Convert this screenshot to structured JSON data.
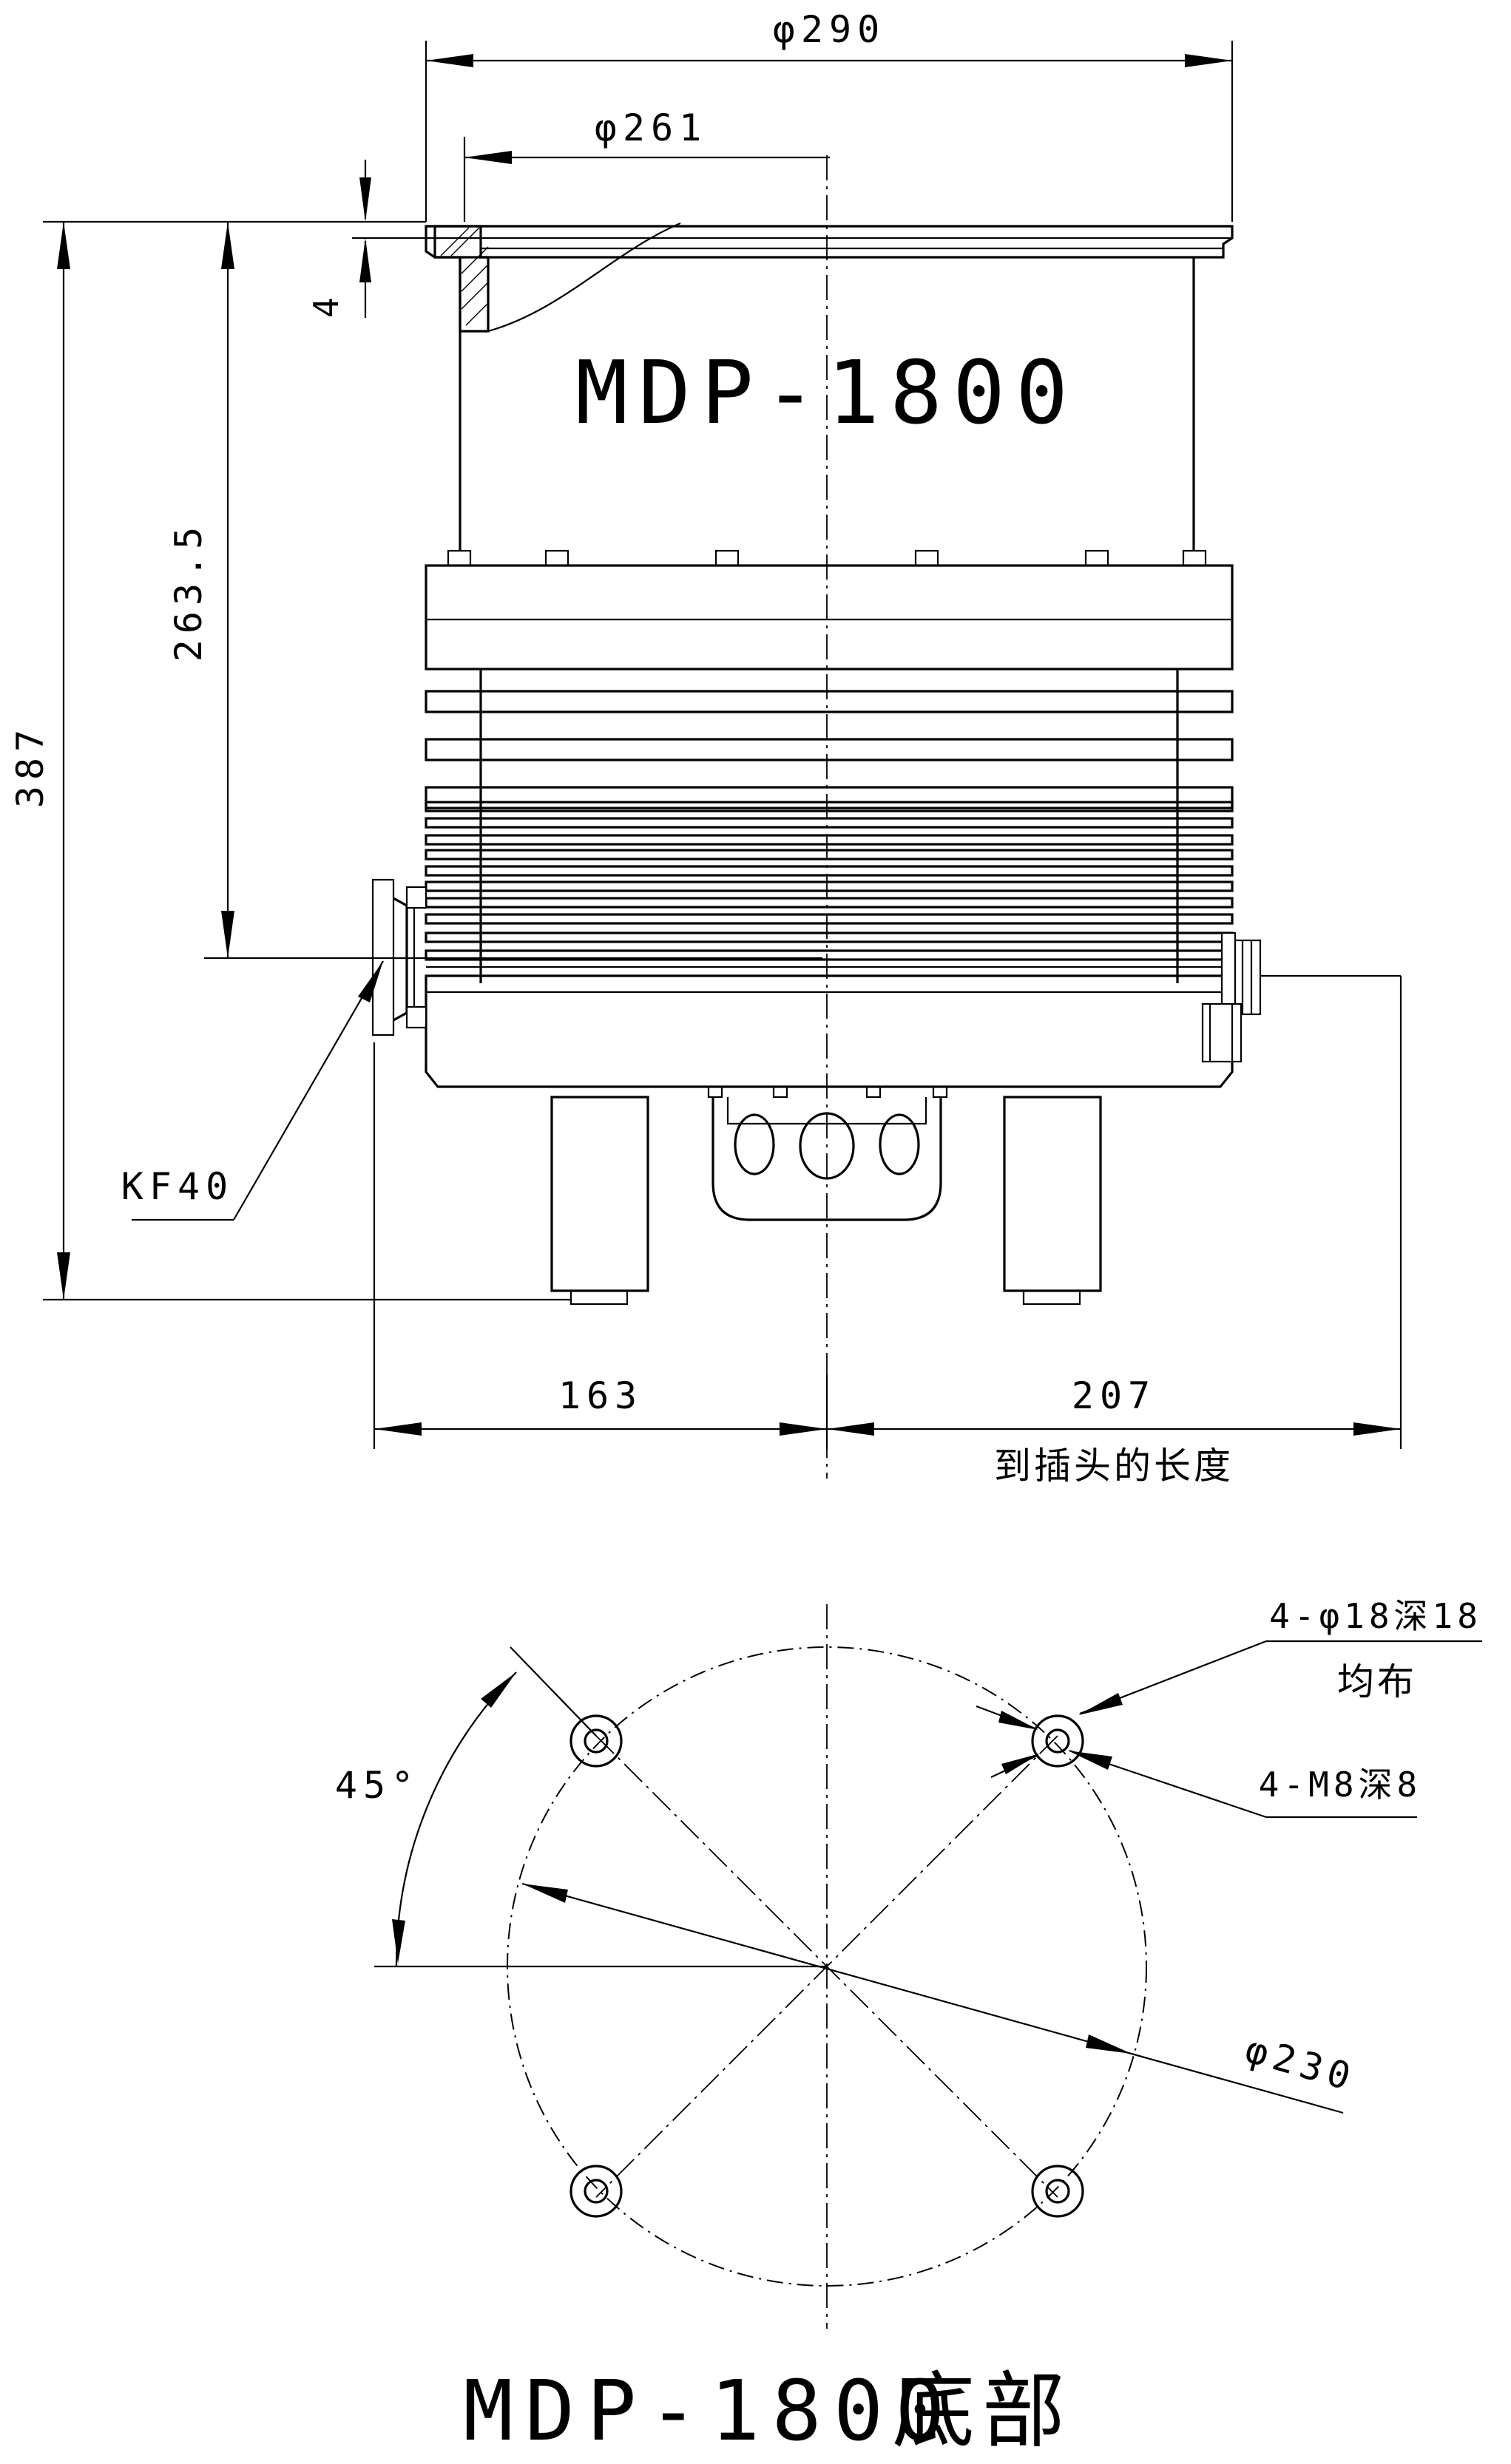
{
  "model_label": "MDP-1800",
  "footer_title": "MDP-1800",
  "footer_suffix": "底部",
  "dimensions": {
    "outer_flange_dia": "φ290",
    "inner_flange_dia": "φ261",
    "flange_thickness": "4",
    "height_to_port": "263.5",
    "total_height": "387",
    "left_to_center": "163",
    "right_to_center": "207",
    "right_note": "到插头的长度",
    "port_label": "KF40"
  },
  "bottom_view": {
    "hole_spec_line1": "4-φ18深18",
    "hole_spec_line2": "均布",
    "thread_spec": "4-M8深8",
    "angle": "45°",
    "bolt_circle_dia": "φ230"
  }
}
